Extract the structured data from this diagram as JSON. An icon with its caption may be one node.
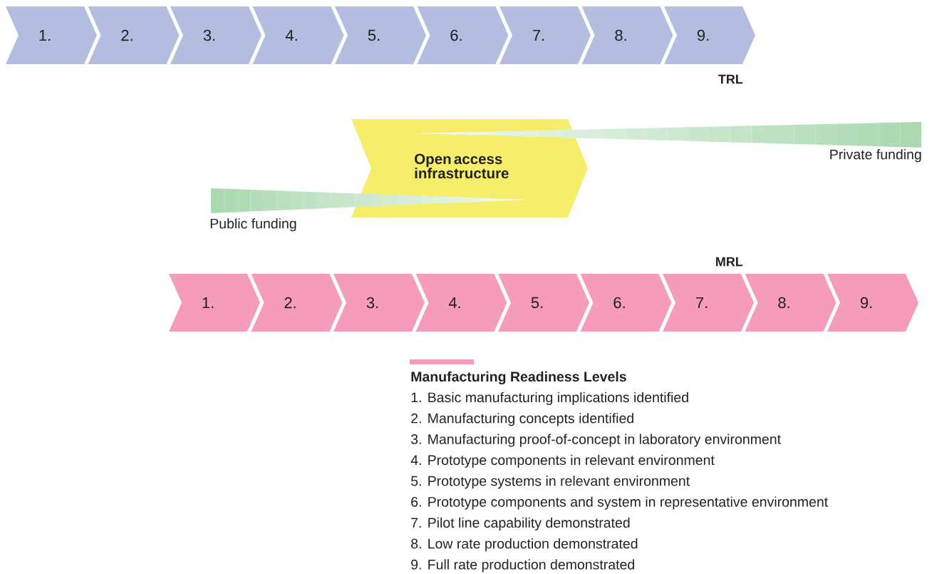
{
  "diagram": {
    "nodes": [
      {
        "text": [
          "1."
        ]
      },
      {
        "text": [
          "2."
        ]
      },
      {
        "text": [
          "3."
        ]
      },
      {
        "text": [
          "4."
        ]
      },
      {
        "text": [
          "5."
        ]
      },
      {
        "text": [
          "6."
        ]
      },
      {
        "text": [
          "7."
        ]
      },
      {
        "text": [
          "8."
        ]
      },
      {
        "text": [
          "9."
        ]
      },
      {
        "text": [
          "Open access infrastructure"
        ]
      },
      {
        "text": [
          "Private funding"
        ]
      },
      {
        "text": [
          "Public funding"
        ]
      },
      {
        "text": [
          "1."
        ]
      },
      {
        "text": [
          "2."
        ]
      },
      {
        "text": [
          "3."
        ]
      },
      {
        "text": [
          "4."
        ]
      },
      {
        "text": [
          "5."
        ]
      },
      {
        "text": [
          "6."
        ]
      },
      {
        "text": [
          "7."
        ]
      },
      {
        "text": [
          "8."
        ]
      },
      {
        "text": [
          "9."
        ]
      }
    ],
    "edges": [],
    "labels": [
      "TRL",
      "MRL",
      "1.  Basic manufacturing implications identified",
      "2. Manufacturing concepts identified",
      "3. Manufacturing proof-of-concept in laboratory environment",
      "4. Prototype components in relevant environment",
      "5. Prototype systems in relevant environment",
      "6. Prototype components and system in representative environment",
      "7. Pilot line capability demonstrated",
      "8. Low rate production demonstrated",
      "9. Full rate production demonstrated"
    ],
    "legend": [
      {
        "text": "Manufacturing Readiness Levels",
        "color": "#f49cb8"
      }
    ]
  }
}
